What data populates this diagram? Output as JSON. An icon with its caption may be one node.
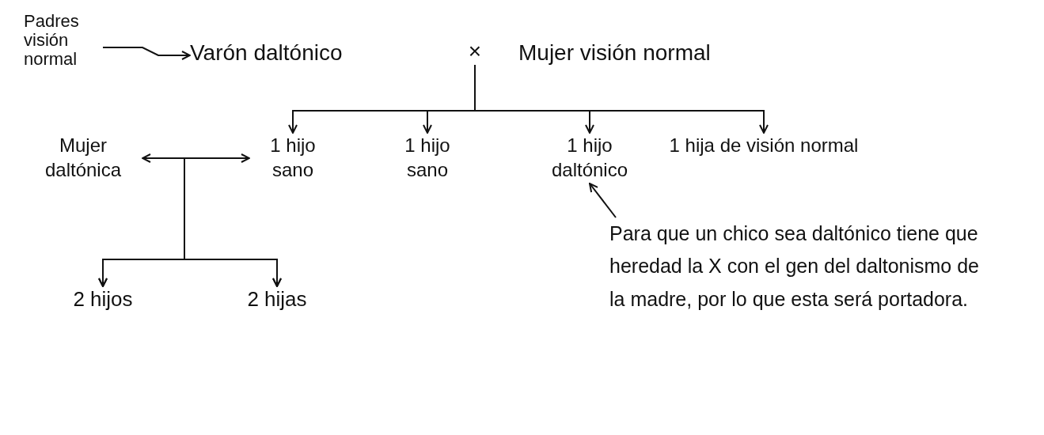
{
  "diagram": {
    "nodes": [
      {
        "text": [
          "Padres visión normal"
        ]
      },
      {
        "text": [
          "Varón daltónico"
        ]
      },
      {
        "text": [
          "×"
        ]
      },
      {
        "text": [
          "Mujer visión normal"
        ]
      },
      {
        "text": [
          "1 hijo sano"
        ]
      },
      {
        "text": [
          "1 hijo sano"
        ]
      },
      {
        "text": [
          "1 hijo daltónico"
        ]
      },
      {
        "text": [
          "1 hija de visión normal"
        ]
      },
      {
        "text": [
          "Mujer daltónica"
        ]
      },
      {
        "text": [
          "2 hijos"
        ]
      },
      {
        "text": [
          "2 hijas"
        ]
      },
      {
        "text": [
          "Para que un chico sea daltónico tiene que heredad la X con el gen del daltonismo de la madre, por lo que esta será portadora."
        ]
      }
    ],
    "edges": [
      {
        "from": 0,
        "to": 1,
        "arrow": "to"
      },
      {
        "from": 2,
        "to": 4,
        "arrow": "to"
      },
      {
        "from": 2,
        "to": 5,
        "arrow": "to"
      },
      {
        "from": 2,
        "to": 6,
        "arrow": "to"
      },
      {
        "from": 2,
        "to": 7,
        "arrow": "to"
      },
      {
        "from": 8,
        "to": 4,
        "arrow": "both"
      },
      {
        "from": 8,
        "to": 9,
        "arrow": "to"
      },
      {
        "from": 8,
        "to": 10,
        "arrow": "to"
      },
      {
        "from": 4,
        "to": 9,
        "arrow": "to"
      },
      {
        "from": 4,
        "to": 10,
        "arrow": "to"
      },
      {
        "from": 11,
        "to": 6,
        "arrow": "to"
      }
    ]
  }
}
